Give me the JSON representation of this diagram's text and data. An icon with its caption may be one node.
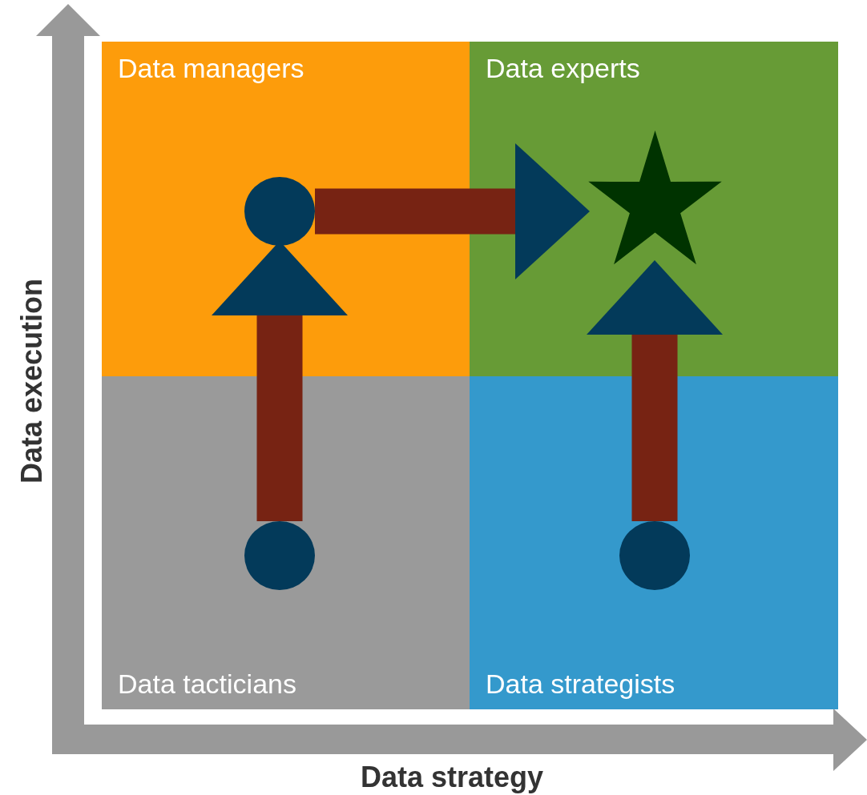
{
  "diagram": {
    "nodes": [
      {
        "text": [
          "Data managers"
        ]
      },
      {
        "text": [
          "Data experts"
        ]
      },
      {
        "text": [
          "Data tacticians"
        ]
      },
      {
        "text": [
          "Data strategists"
        ]
      },
      {
        "text": [],
        "shape": "circle",
        "in": 0
      },
      {
        "text": [],
        "shape": "star",
        "in": 1
      },
      {
        "text": [],
        "shape": "circle",
        "in": 2
      },
      {
        "text": [],
        "shape": "circle",
        "in": 3
      }
    ],
    "edges": [
      {
        "from": 6,
        "to": 4,
        "arrow": "to"
      },
      {
        "from": 4,
        "to": 5,
        "arrow": "to"
      },
      {
        "from": 7,
        "to": 5,
        "arrow": "to"
      }
    ],
    "labels": [
      "Data execution",
      "Data strategy"
    ]
  }
}
